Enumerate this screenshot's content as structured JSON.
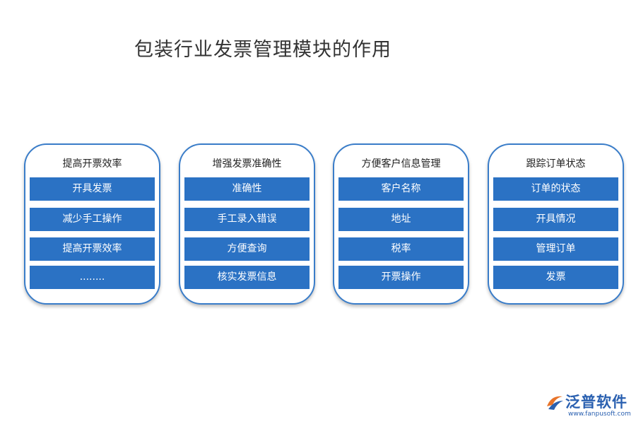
{
  "title": "包装行业发票管理模块的作用",
  "cards": [
    {
      "title": "提高开票效率",
      "items": [
        "开具发票",
        "减少手工操作",
        "提高开票效率",
        "........"
      ]
    },
    {
      "title": "增强发票准确性",
      "items": [
        "准确性",
        "手工录入错误",
        "方便查询",
        "核实发票信息"
      ]
    },
    {
      "title": "方便客户信息管理",
      "items": [
        "客户名称",
        "地址",
        "税率",
        "开票操作"
      ]
    },
    {
      "title": "跟踪订单状态",
      "items": [
        "订单的状态",
        "开具情况",
        "管理订单",
        "发票"
      ]
    }
  ],
  "logo": {
    "name": "泛普软件",
    "url": "www.fanpusoft.com"
  },
  "colors": {
    "item_bg": "#2b72c4",
    "card_border": "#3a7dc9",
    "logo": "#2a60b0",
    "logo_accent": "#e8742a"
  }
}
